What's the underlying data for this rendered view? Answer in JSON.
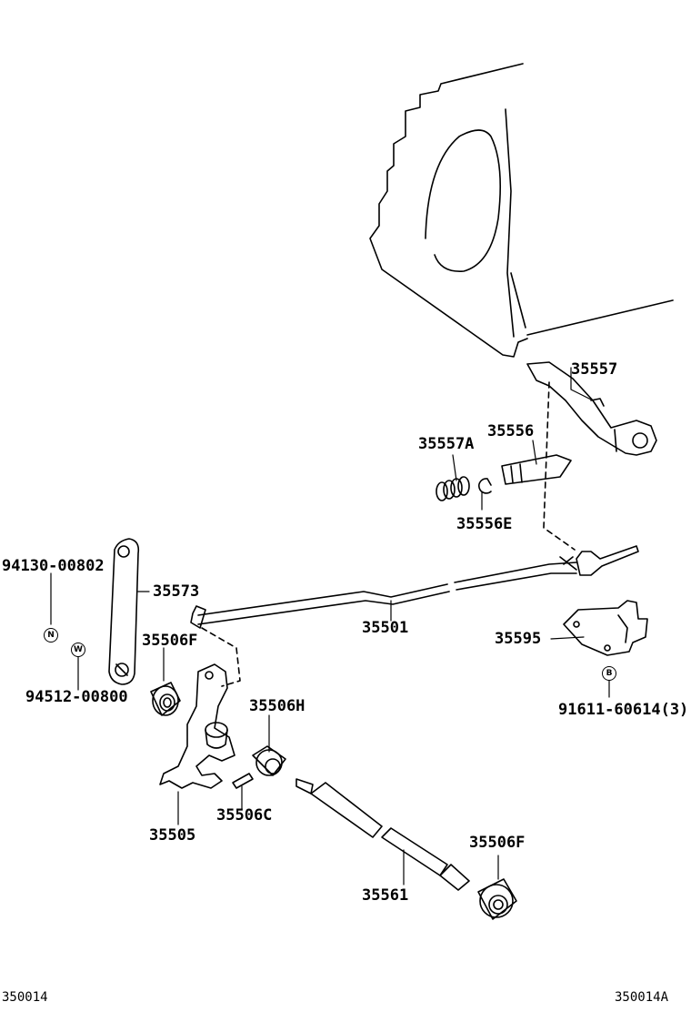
{
  "parts": {
    "p35557": "35557",
    "p35556": "35556",
    "p35557A": "35557A",
    "p35556E": "35556E",
    "p94130": "94130-00802",
    "p35573": "35573",
    "p35501": "35501",
    "p35595": "35595",
    "p35506F_left": "35506F",
    "p94512": "94512-00800",
    "p91611": "91611-60614(3)",
    "p35506H": "35506H",
    "p35505": "35505",
    "p35506C": "35506C",
    "p35506F_right": "35506F",
    "p35561": "35561"
  },
  "markers": {
    "n": "N",
    "w": "W",
    "b": "B"
  },
  "footer": {
    "left_code": "350014",
    "right_code": "350014A"
  }
}
